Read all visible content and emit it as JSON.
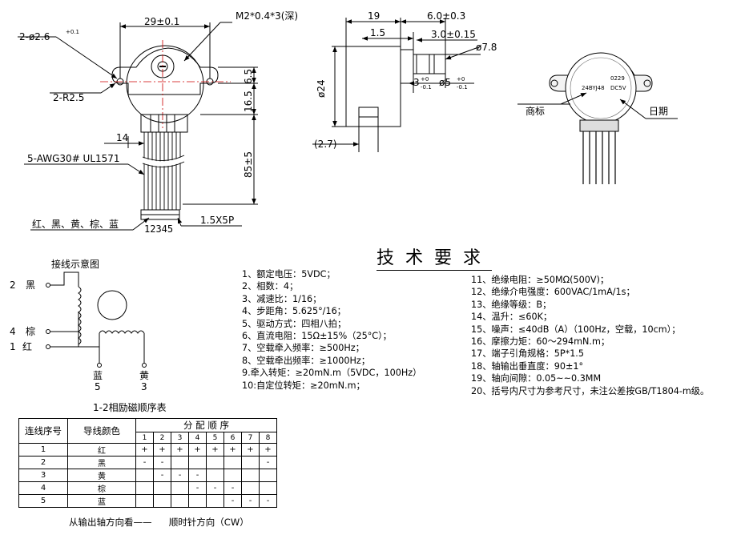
{
  "top_view": {
    "dim_width": "29±0.1",
    "dim_screw": "M2*0.4*3(深)",
    "dim_holes": "2-ø2.6",
    "dim_holes_tol": "+0.1",
    "dim_radius": "2-R2.5",
    "dim_14": "14",
    "dim_6_5": "6.5",
    "dim_16_5": "16.5",
    "dim_85": "85±5",
    "wire_label": "5-AWG30# UL1571",
    "colors_label": "红、黑、黄、棕、蓝",
    "pin_numbers": "12345",
    "connector_label": "1.5X5P"
  },
  "side_view": {
    "dim_19": "19",
    "dim_6_0": "6.0±0.3",
    "dim_1_5": "1.5",
    "dim_3_0": "3.0±0.15",
    "dim_dia7_8": "ø7.8",
    "dim_dia24": "ø24",
    "dim_3": "3",
    "dim_3_tol_top": "+0",
    "dim_3_tol_bot": "-0.1",
    "dim_dia5": "ø5",
    "dim_dia5_tol_top": "+0",
    "dim_dia5_tol_bot": "-0.1",
    "dim_2_7": "(2.7)"
  },
  "photo_view": {
    "label_brand": "商标",
    "label_date": "日期",
    "label_model": "24BYJ48",
    "label_voltage": "DC5V",
    "label_code": "0229"
  },
  "wiring": {
    "title": "接线示意图",
    "pin2": "2",
    "pin2_color": "黑",
    "pin4": "4",
    "pin4_color": "棕",
    "pin1": "1",
    "pin1_color": "红",
    "blue": "蓝",
    "blue_num": "5",
    "yellow": "黄",
    "yellow_num": "3"
  },
  "requirements": {
    "title": "技术要求",
    "left": [
      "1、额定电压：5VDC；",
      "2、相数：4；",
      "3、减速比：1/16；",
      "4、步距角：5.625°/16；",
      "5、驱动方式：四相八拍；",
      "6、直流电阻：15Ω±15%（25°C）；",
      "7、空载牵入频率：≥500Hz；",
      "8、空载牵出频率：≥1000Hz；",
      "9.牵入转矩：≥20mN.m（5VDC，100Hz）",
      "10:自定位转矩：≥20mN.m；"
    ],
    "right": [
      "11、绝缘电阻：≥50MΩ(500V)；",
      "12、绝缘介电强度：600VAC/1mA/1s；",
      "13、绝缘等级：B；",
      "14、温升：≤60K；",
      "15、噪声：≤40dB（A）（100Hz，空载，10cm）；",
      "16、摩擦力矩：60～294mN.m；",
      "17、端子引角规格：5P*1.5",
      "18、轴输出垂直度：90±1°",
      "19、轴向间隙：0.05~~0.3MM",
      "20、括号内尺寸为参考尺寸，未注公差按GB/T1804-m级。"
    ]
  },
  "sequence_table": {
    "caption": "1-2相励磁顺序表",
    "col_seq": "连线序号",
    "col_color": "导线颜色",
    "col_group": "分 配 顺 序",
    "steps": [
      "1",
      "2",
      "3",
      "4",
      "5",
      "6",
      "7",
      "8"
    ],
    "rows": [
      {
        "seq": "1",
        "color": "红",
        "cells": [
          "+",
          "+",
          "+",
          "+",
          "+",
          "+",
          "+",
          "+"
        ]
      },
      {
        "seq": "2",
        "color": "黑",
        "cells": [
          "-",
          "-",
          "",
          "",
          "",
          "",
          "",
          "-"
        ]
      },
      {
        "seq": "3",
        "color": "黄",
        "cells": [
          "",
          "-",
          "-",
          "-",
          "",
          "",
          "",
          ""
        ]
      },
      {
        "seq": "4",
        "color": "棕",
        "cells": [
          "",
          "",
          "",
          "-",
          "-",
          "-",
          "",
          ""
        ]
      },
      {
        "seq": "5",
        "color": "蓝",
        "cells": [
          "",
          "",
          "",
          "",
          "",
          "-",
          "-",
          "-"
        ]
      }
    ],
    "footer_left": "从输出轴方向看——",
    "footer_right": "顺时针方向（CW）"
  }
}
